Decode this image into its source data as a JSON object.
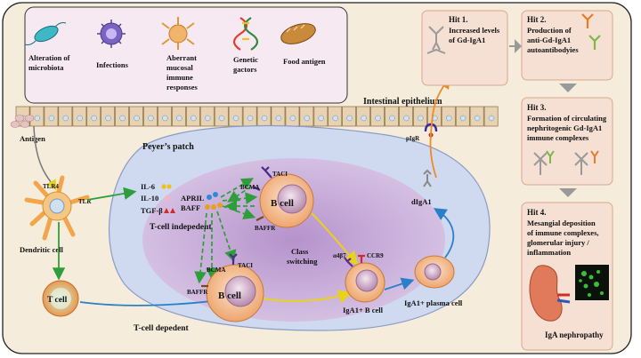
{
  "triggers": [
    {
      "label": "Alteration of",
      "label2": "microbiota"
    },
    {
      "label": "Infections"
    },
    {
      "label": "Aberrant",
      "label2": "mucosal",
      "label3": "immune",
      "label4": "responses"
    },
    {
      "label": "Genetic",
      "label2": "gactors"
    },
    {
      "label": "Food antigen"
    }
  ],
  "labels": {
    "intestinal_epithelium": "Intestinal epithelium",
    "antigen": "Antigen",
    "peyers_patch": "Peyer’s patch",
    "tlr4": "TLR4",
    "tlr": "TLR",
    "dendritic_cell": "Dendritic cell",
    "t_cell": "T cell",
    "il6": "IL-6",
    "il10": "IL-10",
    "tgfb": "TGF-β",
    "april": "APRIL",
    "baff": "BAFF",
    "taci_top": "TACI",
    "bcma_top": "BCMA",
    "baffr_top": "BAFFR",
    "b_cell_top": "B cell",
    "t_cell_indep": "T-cell indepedent",
    "class_switching_1": "Class",
    "class_switching_2": "switching",
    "bcma_bottom": "BCMA",
    "taci_bottom": "TACI",
    "baffr_bottom": "BAFFR",
    "b_cell_bottom": "B cell",
    "t_cell_dep": "T-cell depedent",
    "a4b7": "α4β7",
    "ccr9": "CCR9",
    "iga1_b_cell": "IgA1+ B cell",
    "iga1_plasma_cell": "IgA1+  plasma cell",
    "diga1": "dIgA1",
    "pigr": "pIgR"
  },
  "hits": [
    {
      "title": "Hit 1.",
      "lines": [
        "Increased levels",
        "of Gd-IgA1"
      ]
    },
    {
      "title": "Hit 2.",
      "lines": [
        "Production of",
        "anti-Gd-IgA1",
        "autoantibodyies"
      ]
    },
    {
      "title": "Hit 3.",
      "lines": [
        "Formation of circulating",
        "nephritogenic Gd-IgA1",
        "immune complexes"
      ]
    },
    {
      "title": "Hit 4.",
      "lines": [
        "Mesangial deposition",
        "of immune complexes,",
        "glomerular injury /",
        "inflammation"
      ]
    }
  ],
  "iga_nephropathy": "IgA nephropathy",
  "colors": {
    "trigger_box": "#f6e9f2",
    "hit_box": "#f6e0d3",
    "patch": "#cfd9f0",
    "follicle": "#c9a7d6",
    "cell": "#f2c39a",
    "arrow_green": "#2e9e3a",
    "arrow_blue": "#2a7fc9",
    "arrow_orange": "#f08a24"
  }
}
